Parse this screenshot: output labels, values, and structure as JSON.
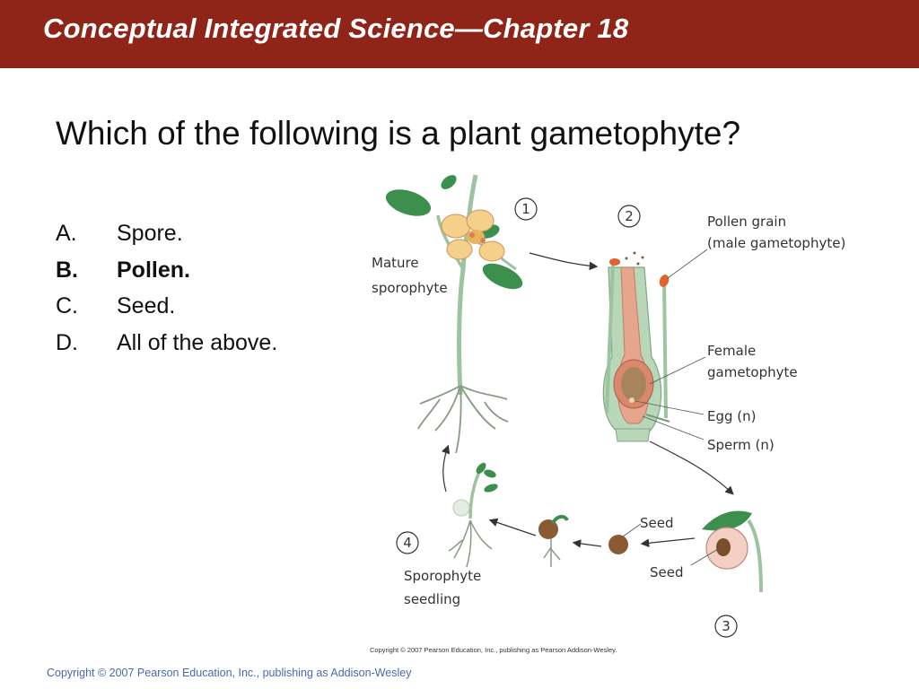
{
  "header": {
    "title": "Conceptual Integrated Science—Chapter 18"
  },
  "question": "Which of the following is a plant gametophyte?",
  "answers": [
    {
      "letter": "A.",
      "text": "Spore."
    },
    {
      "letter": "B.",
      "text": "Pollen."
    },
    {
      "letter": "C.",
      "text": "Seed."
    },
    {
      "letter": "D.",
      "text": "All of the above."
    }
  ],
  "figure": {
    "step_numbers": [
      "1",
      "2",
      "3",
      "4"
    ],
    "labels": {
      "mature_1": "Mature",
      "mature_2": "sporophyte",
      "pollen_1": "Pollen grain",
      "pollen_2": "(male gametophyte)",
      "female_1": "Female",
      "female_2": "gametophyte",
      "egg": "Egg (n)",
      "sperm": "Sperm (n)",
      "seed_a": "Seed",
      "seed_b": "Seed",
      "seedling_1": "Sporophyte",
      "seedling_2": "seedling"
    },
    "copyright": "Copyright © 2007 Pearson Education, Inc., publishing as Pearson Addison-Wesley."
  },
  "footer": {
    "copyright": "Copyright © 2007 Pearson Education, Inc., publishing as Addison-Wesley"
  }
}
